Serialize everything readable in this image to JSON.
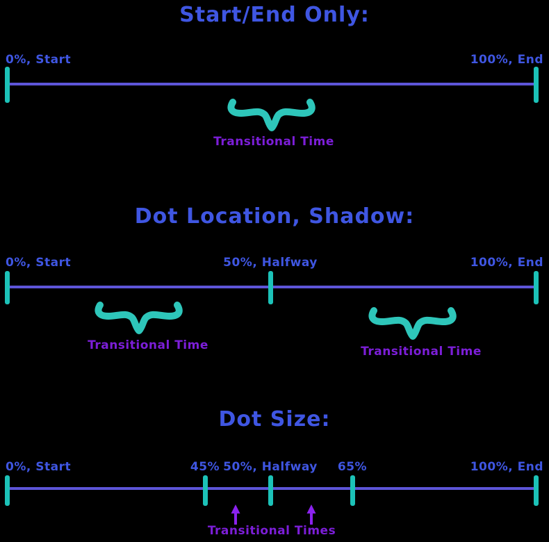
{
  "colors": {
    "background": "#000000",
    "heading_blue": "#3f56e2",
    "timeline_blue": "#5d55d8",
    "tick_teal": "#1cc2b8",
    "brace_teal": "#2ec6ba",
    "caption_purple": "#7c1ed8",
    "arrow_purple": "#8b22ee"
  },
  "sections": [
    {
      "title": "Start/End Only:",
      "tick_labels": [
        "0%, Start",
        "100%, End"
      ],
      "braces": [
        {
          "caption": "Transitional Time"
        }
      ]
    },
    {
      "title": "Dot Location, Shadow:",
      "tick_labels": [
        "0%, Start",
        "50%, Halfway",
        "100%, End"
      ],
      "braces": [
        {
          "caption": "Transitional Time"
        },
        {
          "caption": "Transitional Time"
        }
      ]
    },
    {
      "title": "Dot Size:",
      "tick_labels": [
        "0%, Start",
        "45%",
        "50%, Halfway",
        "65%",
        "100%, End"
      ],
      "arrows_caption": "Transitional Times"
    }
  ]
}
